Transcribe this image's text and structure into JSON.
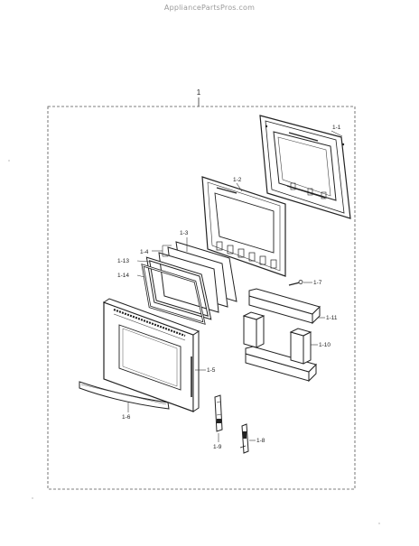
{
  "watermark": "AppliancePartsPros.com",
  "assembly_label": "1",
  "part_labels": {
    "p1_1": "1-1",
    "p1_2": "1-2",
    "p1_3": "1-3",
    "p1_4": "1-4",
    "p1_5": "1-5",
    "p1_6": "1-6",
    "p1_7": "1-7",
    "p1_8": "1-8",
    "p1_9": "1-9",
    "p1_10": "1-10",
    "p1_11": "1-11",
    "p1_13": "1-13",
    "p1_14": "1-14"
  }
}
